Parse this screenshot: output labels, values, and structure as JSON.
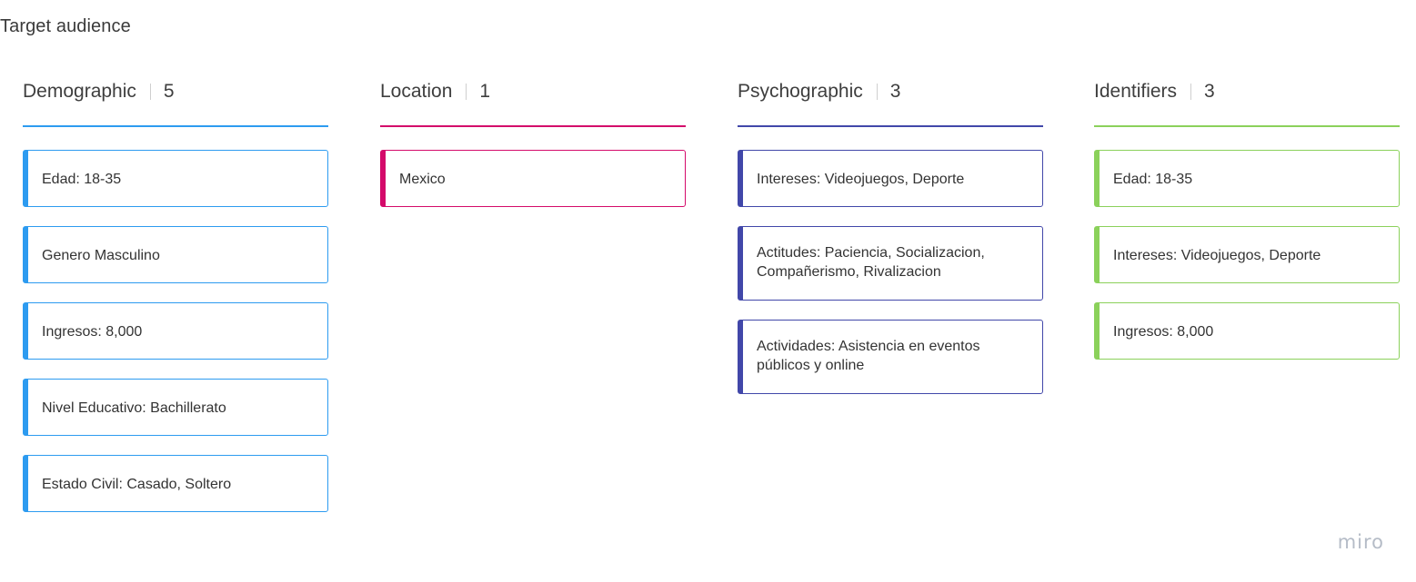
{
  "board": {
    "title": "Target audience",
    "logo_text": "miro"
  },
  "columns": [
    {
      "title": "Demographic",
      "count": "5",
      "color": "#2d9bf0",
      "cards": [
        "Edad: 18-35",
        "Genero Masculino",
        "Ingresos: 8,000",
        "Nivel Educativo: Bachillerato",
        "Estado Civil: Casado, Soltero"
      ]
    },
    {
      "title": "Location",
      "count": "1",
      "color": "#d40a6a",
      "cards": [
        "Mexico"
      ]
    },
    {
      "title": "Psychographic",
      "count": "3",
      "color": "#4147a9",
      "cards": [
        "Intereses: Videojuegos, Deporte",
        "Actitudes: Paciencia, Socializacion, Compañerismo, Rivalizacion",
        "Actividades: Asistencia en eventos públicos y online"
      ]
    },
    {
      "title": "Identifiers",
      "count": "3",
      "color": "#8bd15b",
      "cards": [
        "Edad: 18-35",
        "Intereses: Videojuegos, Deporte",
        "Ingresos: 8,000"
      ]
    }
  ]
}
